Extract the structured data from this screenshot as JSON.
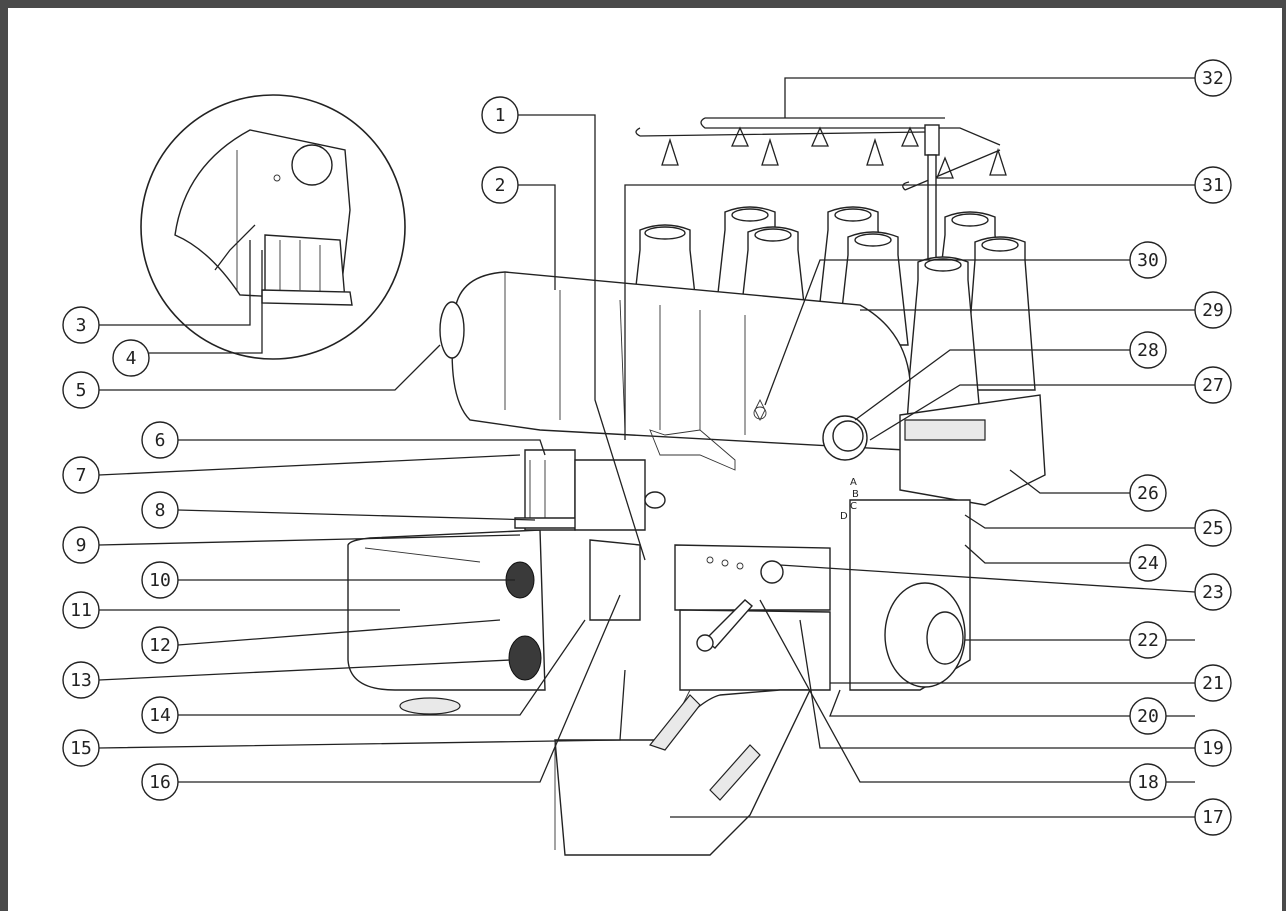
{
  "diagram": {
    "callouts": [
      "1",
      "2",
      "3",
      "4",
      "5",
      "6",
      "7",
      "8",
      "9",
      "10",
      "11",
      "12",
      "13",
      "14",
      "15",
      "16",
      "17",
      "18",
      "19",
      "20",
      "21",
      "22",
      "23",
      "24",
      "25",
      "26",
      "27",
      "28",
      "29",
      "30",
      "31",
      "32"
    ],
    "dial_letters": [
      "A",
      "B",
      "C",
      "D"
    ]
  }
}
